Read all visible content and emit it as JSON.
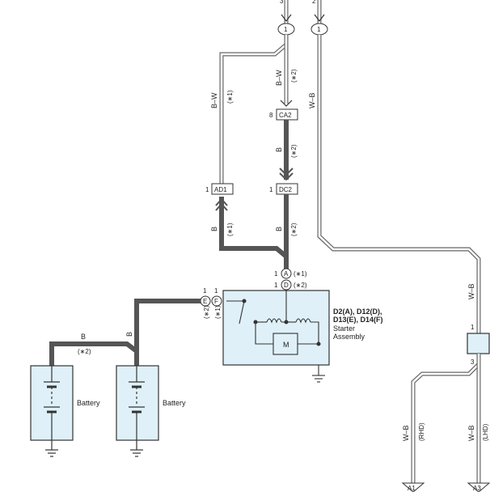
{
  "connectors": {
    "top_left_pin": "1",
    "top_right_pin": "1",
    "top_left_num": "3",
    "top_right_num": "2",
    "ca2": {
      "name": "CA2",
      "pin": "8"
    },
    "dc2": {
      "name": "DC2",
      "pin": "1"
    },
    "ad1": {
      "name": "AD1",
      "pin": "1"
    },
    "a_pin": {
      "letter": "A",
      "pin": "1",
      "note": "(∗1)"
    },
    "d_pin": {
      "letter": "D",
      "pin": "1",
      "note": "(∗2)"
    },
    "e_pin": {
      "letter": "E",
      "pin": "1",
      "note": "(∗2)"
    },
    "f_pin": {
      "letter": "F",
      "pin": "1",
      "note": "(∗1)"
    },
    "side_conn": {
      "pin_top": "1",
      "pin_bottom": "3"
    },
    "a1": "A1",
    "a3": "A3"
  },
  "wires": {
    "bw_left": {
      "color": "B–W",
      "note": "(∗1)"
    },
    "bw_mid": {
      "color": "B–W",
      "note": "(∗2)"
    },
    "wb_right": {
      "color": "W–B"
    },
    "b_mid": {
      "color": "B",
      "note": "(∗2)"
    },
    "b_left_lower": {
      "color": "B",
      "note": "(∗1)"
    },
    "b_right_lower": {
      "color": "B",
      "note": "(∗2)"
    },
    "b_batt_top": {
      "color": "B",
      "note": "(∗2)"
    },
    "b_batt_vert": {
      "color": "B"
    },
    "wb_side": {
      "color": "W–B"
    },
    "wb_a1": {
      "color": "W–B",
      "note": "(RHD)"
    },
    "wb_a3": {
      "color": "W–B",
      "note": "(LHD)"
    }
  },
  "starter": {
    "codes_1": "D2(A), D12(D),",
    "codes_2": "D13(E), D14(F)",
    "name_1": "Starter",
    "name_2": "Assembly",
    "motor": "M"
  },
  "batteries": [
    {
      "label": "Battery"
    },
    {
      "label": "Battery"
    }
  ]
}
